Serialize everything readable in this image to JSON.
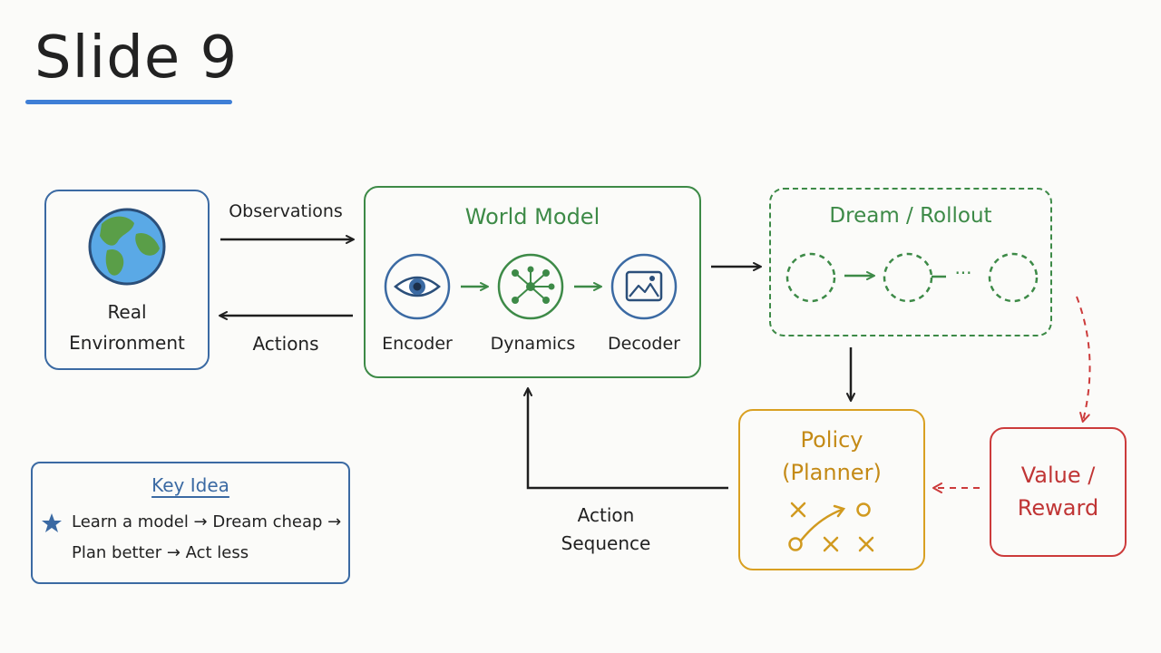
{
  "slide": {
    "title": "Slide 9"
  },
  "environment": {
    "line1": "Real",
    "line2": "Environment"
  },
  "flows": {
    "observations": "Observations",
    "actions": "Actions",
    "action_line1": "Action",
    "action_line2": "Sequence"
  },
  "world_model": {
    "title": "World Model",
    "encoder": "Encoder",
    "dynamics": "Dynamics",
    "decoder": "Decoder"
  },
  "dream": {
    "title": "Dream / Rollout",
    "ellipsis": "···"
  },
  "policy": {
    "line1": "Policy",
    "line2": "(Planner)"
  },
  "value": {
    "line1": "Value /",
    "line2": "Reward"
  },
  "key_idea": {
    "title": "Key Idea",
    "line1": "Learn a model → Dream cheap →",
    "line2": "Plan better → Act less"
  },
  "colors": {
    "blue": "#3b6aa3",
    "green": "#3d8a47",
    "orange": "#d9a022",
    "red": "#cc3b3b",
    "accent_underline": "#3f7fd6"
  }
}
